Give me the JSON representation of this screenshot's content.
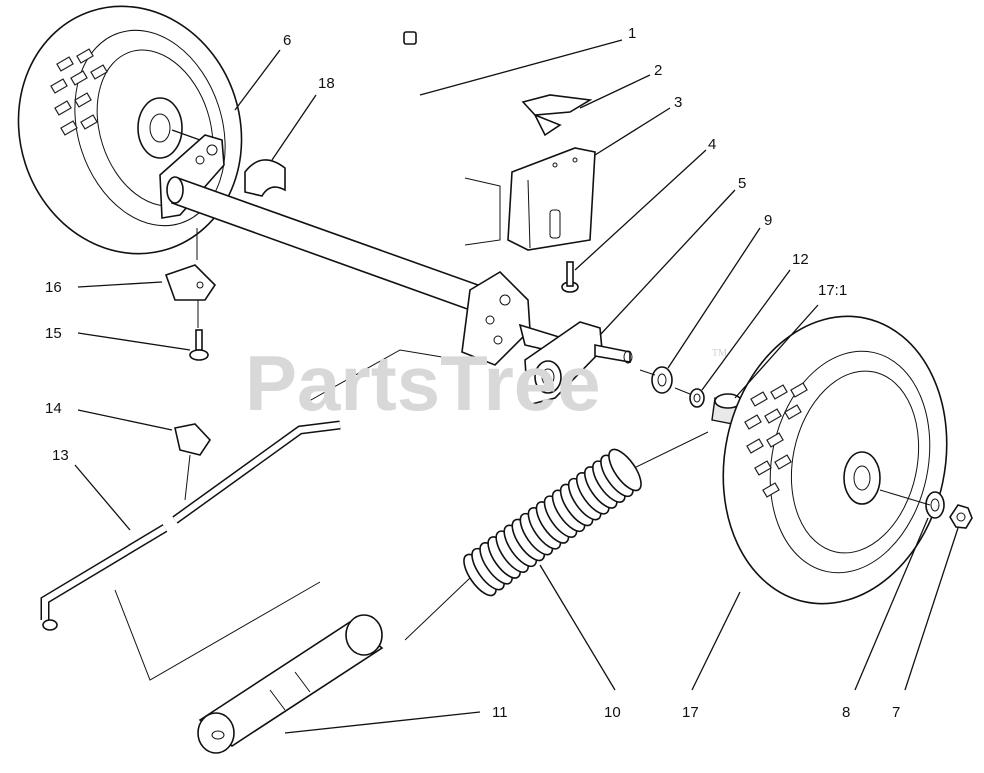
{
  "watermark": {
    "brand": "PartsTree",
    "trademark": "TM"
  },
  "callouts": [
    {
      "id": "1",
      "label": "1"
    },
    {
      "id": "2",
      "label": "2"
    },
    {
      "id": "3",
      "label": "3"
    },
    {
      "id": "4",
      "label": "4"
    },
    {
      "id": "5",
      "label": "5"
    },
    {
      "id": "6",
      "label": "6"
    },
    {
      "id": "7",
      "label": "7"
    },
    {
      "id": "8",
      "label": "8"
    },
    {
      "id": "9",
      "label": "9"
    },
    {
      "id": "10",
      "label": "10"
    },
    {
      "id": "11",
      "label": "11"
    },
    {
      "id": "12",
      "label": "12"
    },
    {
      "id": "13",
      "label": "13"
    },
    {
      "id": "14",
      "label": "14"
    },
    {
      "id": "15",
      "label": "15"
    },
    {
      "id": "16",
      "label": "16"
    },
    {
      "id": "17",
      "label": "17"
    },
    {
      "id": "17-1",
      "label": "17:1"
    },
    {
      "id": "18",
      "label": "18"
    }
  ]
}
